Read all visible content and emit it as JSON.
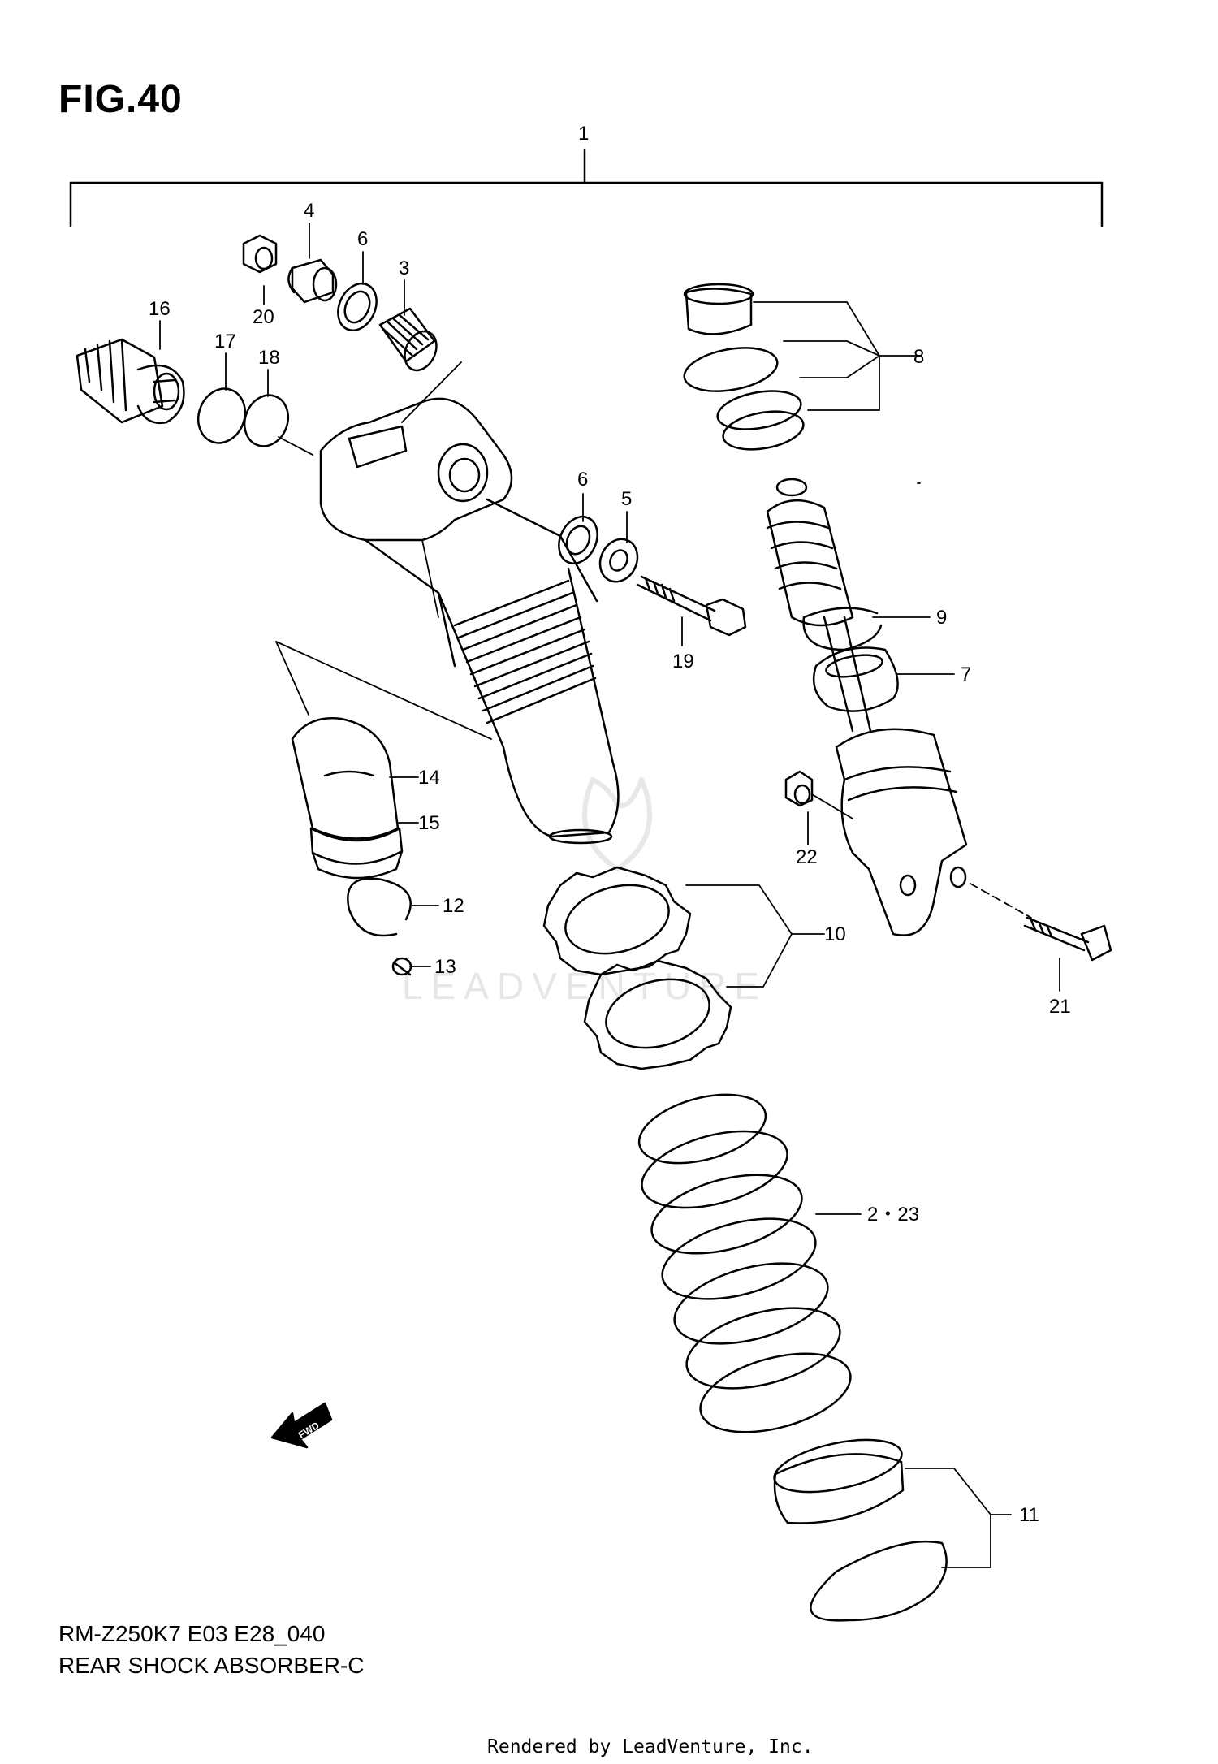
{
  "figure": {
    "title": "FIG.40",
    "model_code": "RM-Z250K7 E03 E28_040",
    "name": "REAR SHOCK ABSORBER-C",
    "credit": "Rendered by LeadVenture, Inc.",
    "watermark": "LEADVENTURE",
    "fwd_label": "FWD"
  },
  "callouts": [
    {
      "id": "c1",
      "label": "1"
    },
    {
      "id": "c2",
      "label": "2・23"
    },
    {
      "id": "c3",
      "label": "3"
    },
    {
      "id": "c4",
      "label": "4"
    },
    {
      "id": "c5",
      "label": "5"
    },
    {
      "id": "c6a",
      "label": "6"
    },
    {
      "id": "c6b",
      "label": "6"
    },
    {
      "id": "c7",
      "label": "7"
    },
    {
      "id": "c8",
      "label": "8"
    },
    {
      "id": "c9",
      "label": "9"
    },
    {
      "id": "c10",
      "label": "10"
    },
    {
      "id": "c11",
      "label": "11"
    },
    {
      "id": "c12",
      "label": "12"
    },
    {
      "id": "c13",
      "label": "13"
    },
    {
      "id": "c14",
      "label": "14"
    },
    {
      "id": "c15",
      "label": "15"
    },
    {
      "id": "c16",
      "label": "16"
    },
    {
      "id": "c17",
      "label": "17"
    },
    {
      "id": "c18",
      "label": "18"
    },
    {
      "id": "c19",
      "label": "19"
    },
    {
      "id": "c20",
      "label": "20"
    },
    {
      "id": "c21",
      "label": "21"
    },
    {
      "id": "c22",
      "label": "22"
    }
  ]
}
